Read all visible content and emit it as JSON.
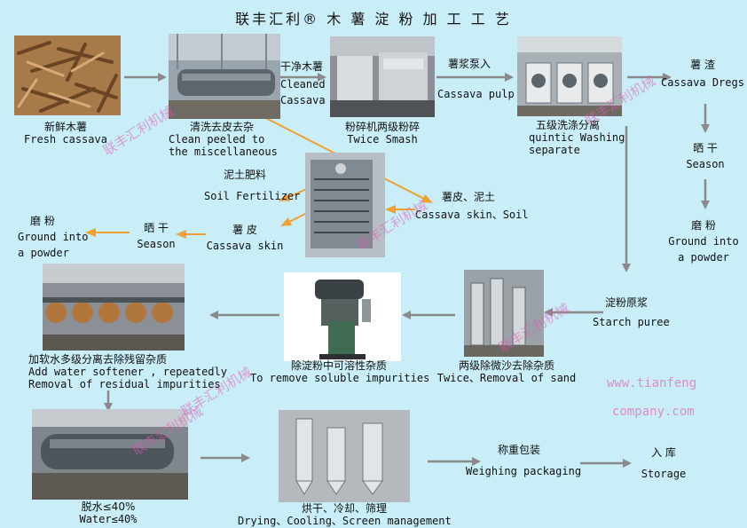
{
  "title": "联丰汇利® 木 薯 淀 粉 加 工 工 艺",
  "steps": {
    "fresh": {
      "zh": "新鲜木薯",
      "en": "Fresh cassava"
    },
    "clean": {
      "zh": "清洗去皮去杂",
      "en1": "Clean peeled to",
      "en2": "the miscellaneous"
    },
    "cleaned": {
      "zh": "干净木薯",
      "en1": "Cleaned",
      "en2": "Cassava"
    },
    "smash": {
      "zh": "粉碎机两级粉碎",
      "en": "Twice Smash"
    },
    "pulp": {
      "zh": "薯浆泵入",
      "en": "Cassava pulp"
    },
    "wash": {
      "zh": "五级洗涤分离",
      "en1": "quintic Washing",
      "en2": "separate"
    },
    "dregs": {
      "zh": "薯 渣",
      "en": "Cassava Dregs"
    },
    "season_r": {
      "zh": "晒 干",
      "en": "Season"
    },
    "powder_r": {
      "zh": "磨 粉",
      "en1": "Ground into",
      "en2": "a powder"
    },
    "fertilizer": {
      "zh": "泥土肥料",
      "en": "Soil Fertilizer"
    },
    "skin_soil": {
      "zh": "薯皮、泥土",
      "en": "Cassava skin、Soil"
    },
    "skin": {
      "zh": "薯 皮",
      "en": "Cassava skin"
    },
    "season_l": {
      "zh": "晒 干",
      "en": "Season"
    },
    "powder_l": {
      "zh": "磨 粉",
      "en1": "Ground into",
      "en2": "a powder"
    },
    "starch": {
      "zh": "淀粉原浆",
      "en": "Starch puree"
    },
    "sand": {
      "zh": "两级除微沙去除杂质",
      "en": "Twice、Removal of sand"
    },
    "soluble": {
      "zh": "除淀粉中可溶性杂质",
      "en": "To remove soluble impurities"
    },
    "softener": {
      "zh": "加软水多级分离去除残留杂质",
      "en1": "Add water softener , repeatedly",
      "en2": "Removal of residual impurities"
    },
    "water": {
      "zh": "脱水≤40%",
      "en": "Water≤40%"
    },
    "drying": {
      "zh": "烘干、冷却、筛理",
      "en": "Drying、Cooling、Screen management"
    },
    "packaging": {
      "zh": "称重包装",
      "en": "Weighing packaging"
    },
    "storage": {
      "zh": "入 库",
      "en": "Storage"
    }
  },
  "watermark": {
    "cn": "联丰汇利机械",
    "url1": "www.tianfeng",
    "url2": "company.com"
  },
  "colors": {
    "background": "#c9eef8",
    "flow_arrow": "#8a8a8a",
    "waste_arrow": "#f0a030",
    "watermark": "#e05ab4"
  }
}
